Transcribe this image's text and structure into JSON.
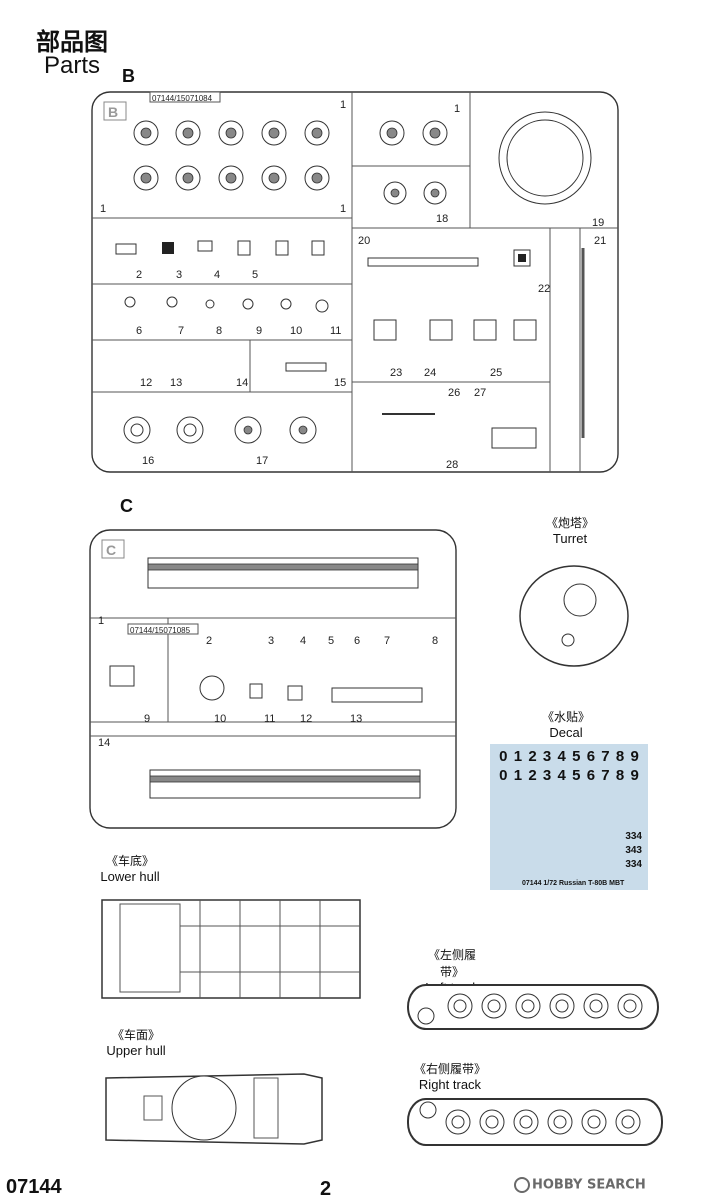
{
  "header": {
    "title_cn": "部品图",
    "title_en": "Parts"
  },
  "sprue_b": {
    "letter": "B",
    "tag": "B",
    "code": "07144/15071084",
    "part_numbers": [
      "1",
      "2",
      "3",
      "4",
      "5",
      "6",
      "7",
      "8",
      "9",
      "10",
      "11",
      "12",
      "13",
      "14",
      "15",
      "16",
      "17",
      "18",
      "19",
      "20",
      "21",
      "22",
      "23",
      "24",
      "25",
      "26",
      "27",
      "28"
    ],
    "extra_ones": [
      "1",
      "1",
      "1"
    ]
  },
  "sprue_c": {
    "letter": "C",
    "tag": "C",
    "code": "07144/15071085",
    "part_numbers": [
      "1",
      "2",
      "3",
      "4",
      "5",
      "6",
      "7",
      "8",
      "9",
      "10",
      "11",
      "12",
      "13",
      "14"
    ]
  },
  "captions": {
    "turret": {
      "cn": "《炮塔》",
      "en": "Turret"
    },
    "decal": {
      "cn": "《水贴》",
      "en": "Decal"
    },
    "lower_hull": {
      "cn": "《车底》",
      "en": "Lower hull"
    },
    "upper_hull": {
      "cn": "《车面》",
      "en": "Upper hull"
    },
    "left_track": {
      "cn": "《左侧履带》",
      "en": "Left track"
    },
    "right_track": {
      "cn": "《右侧履带》",
      "en": "Right track"
    }
  },
  "decal_sheet": {
    "row1": [
      "0",
      "1",
      "2",
      "3",
      "4",
      "5",
      "6",
      "7",
      "8",
      "9"
    ],
    "row2": [
      "0",
      "1",
      "2",
      "3",
      "4",
      "5",
      "6",
      "7",
      "8",
      "9"
    ],
    "numbers_3": [
      "334",
      "343",
      "334"
    ],
    "caption": "07144 1/72 Russian T-80B MBT",
    "bg_color": "#c9dcea"
  },
  "footer": {
    "code": "07144",
    "page": "2",
    "watermark": "HOBBY SEARCH"
  }
}
